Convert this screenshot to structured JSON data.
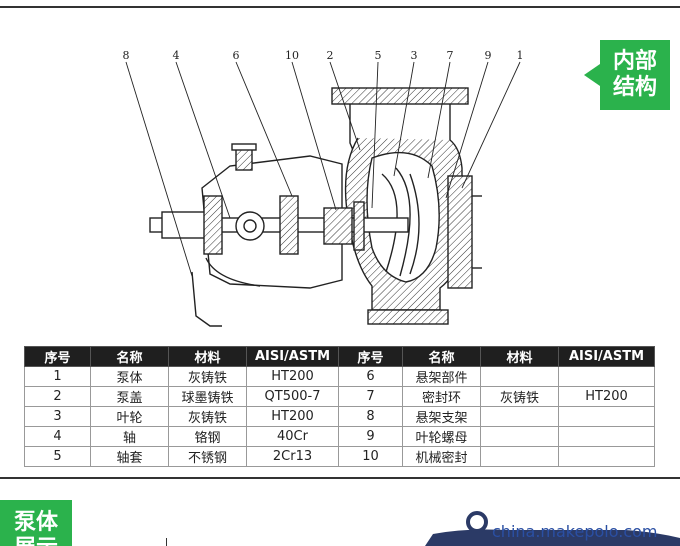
{
  "badges": {
    "structure": [
      "内部",
      "结构"
    ],
    "body": [
      "泵体",
      "展示"
    ]
  },
  "callouts": [
    "8",
    "4",
    "6",
    "10",
    "2",
    "5",
    "3",
    "7",
    "9",
    "1"
  ],
  "table": {
    "headers": [
      "序号",
      "名称",
      "材料",
      "AISI/ASTM",
      "序号",
      "名称",
      "材料",
      "AISI/ASTM"
    ],
    "rows": [
      [
        "1",
        "泵体",
        "灰铸铁",
        "HT200",
        "6",
        "悬架部件",
        "",
        ""
      ],
      [
        "2",
        "泵盖",
        "球墨铸铁",
        "QT500-7",
        "7",
        "密封环",
        "灰铸铁",
        "HT200"
      ],
      [
        "3",
        "叶轮",
        "灰铸铁",
        "HT200",
        "8",
        "悬架支架",
        "",
        ""
      ],
      [
        "4",
        "轴",
        "铬钢",
        "40Cr",
        "9",
        "叶轮螺母",
        "",
        ""
      ],
      [
        "5",
        "轴套",
        "不锈钢",
        "2Cr13",
        "10",
        "机械密封",
        "",
        ""
      ]
    ]
  },
  "watermark": "china.makepolo.com",
  "colors": {
    "accent": "#2bb24c",
    "header_bg": "#1f1f1f",
    "watermark": "#2a4fa3"
  }
}
